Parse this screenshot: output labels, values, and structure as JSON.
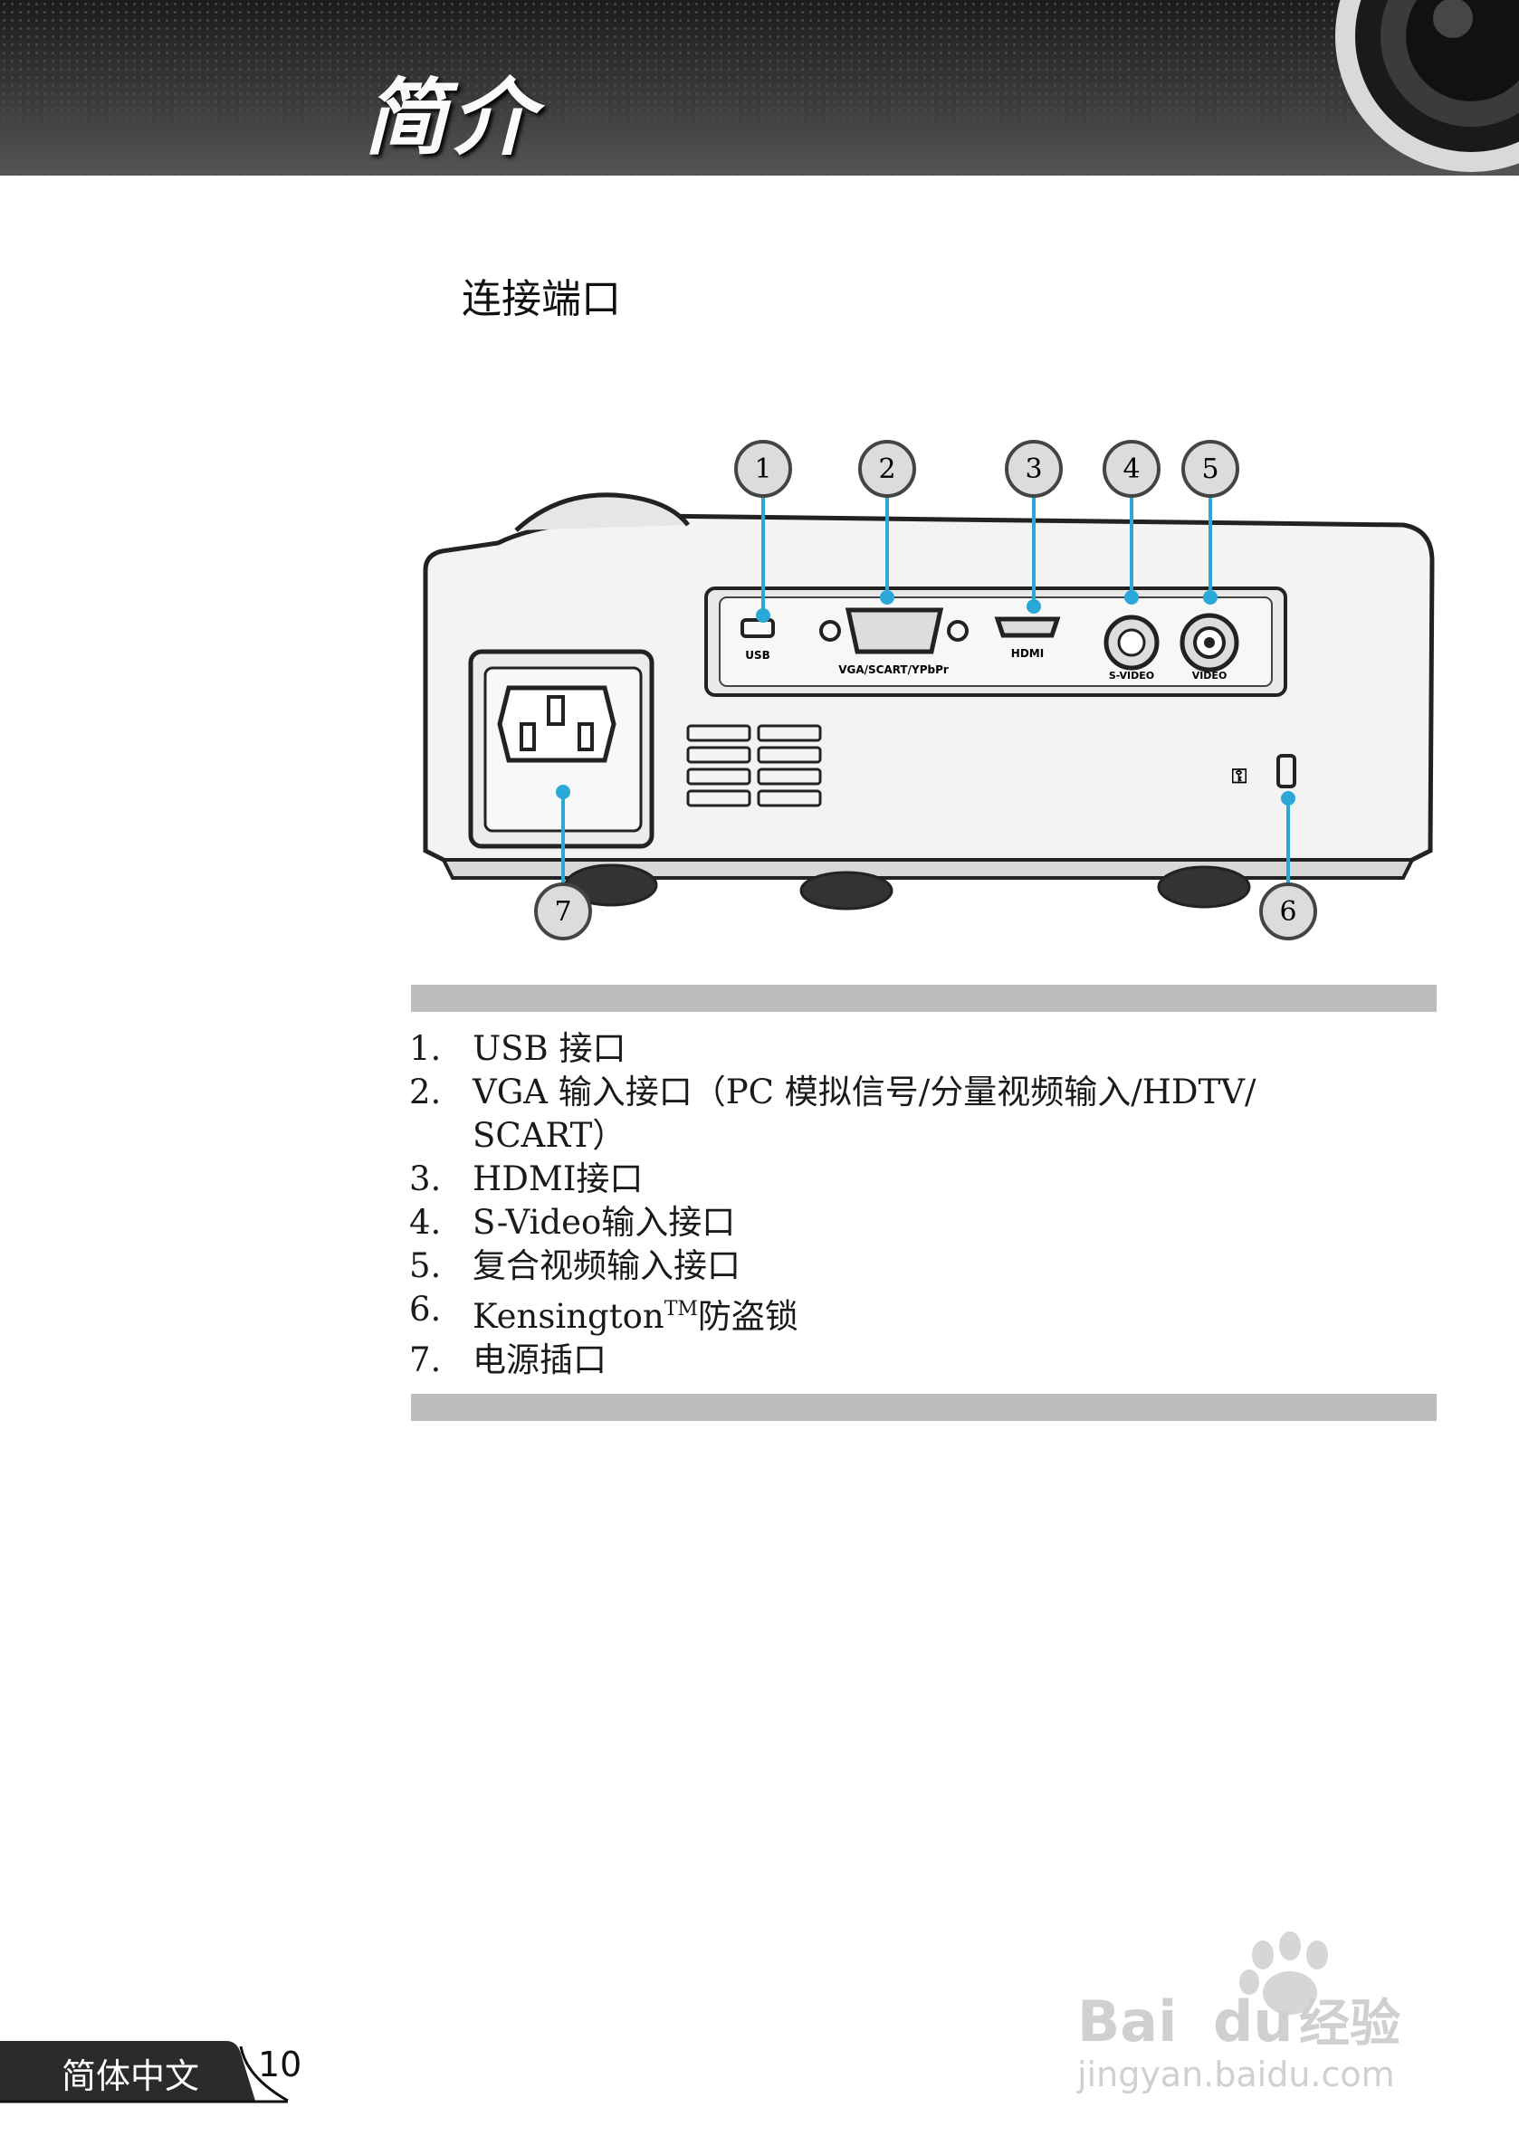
{
  "header": {
    "title": "简介"
  },
  "section": {
    "title": "连接端口"
  },
  "figure": {
    "port_labels": {
      "usb": "USB",
      "vga": "VGA/SCART/YPbPr",
      "hdmi": "HDMI",
      "svideo": "S-VIDEO",
      "video": "VIDEO"
    },
    "callouts": [
      "1",
      "2",
      "3",
      "4",
      "5",
      "6",
      "7"
    ]
  },
  "list": [
    {
      "num": "1.",
      "text": "USB 接口"
    },
    {
      "num": "2.",
      "text": "VGA 输入接口（PC 模拟信号/分量视频输入/HDTV/",
      "cont": "SCART）"
    },
    {
      "num": "3.",
      "text": "HDMI接口"
    },
    {
      "num": "4.",
      "text": "S-Video输入接口"
    },
    {
      "num": "5.",
      "text": "复合视频输入接口"
    },
    {
      "num": "6.",
      "text": "Kensington",
      "sup": "TM",
      "after": "防盗锁"
    },
    {
      "num": "7.",
      "text": "电源插口"
    }
  ],
  "footer": {
    "language": "简体中文",
    "page": "10"
  },
  "watermark": {
    "brand": "Bai",
    "brand2": "du",
    "brand_cn": "经验",
    "url": "jingyan.baidu.com"
  },
  "colors": {
    "accent": "#2aa8d8",
    "bar": "#bdbdbd",
    "header": "#2e2e2e"
  }
}
